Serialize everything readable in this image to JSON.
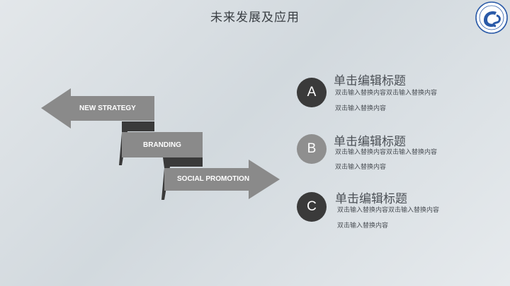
{
  "slide": {
    "title": "未来发展及应用"
  },
  "arrows": [
    {
      "label": "NEW STRATEGY"
    },
    {
      "label": "BRANDING"
    },
    {
      "label": "SOCIAL PROMOTION"
    }
  ],
  "items": [
    {
      "letter": "A",
      "title": "单击编辑标题",
      "line1": "双击输入替换内容双击输入替换内容",
      "line2": "双击输入替换内容",
      "circle_color": "#3a3a3a"
    },
    {
      "letter": "B",
      "title": "单击编辑标题",
      "line1": "双击输入替换内容双击输入替换内容",
      "line2": "双击输入替换内容",
      "circle_color": "#8f8f8f"
    },
    {
      "letter": "C",
      "title": "单击编辑标题",
      "line1": "双击输入替换内容双击输入替换内容",
      "line2": "双击输入替换内容",
      "circle_color": "#3a3a3a"
    }
  ],
  "colors": {
    "arrow_fill": "#8a8a8a",
    "arrow_shadow": "#3a3a3a",
    "text_dark": "#4a4f55"
  },
  "logo": {
    "icon": "university-seal-icon"
  }
}
